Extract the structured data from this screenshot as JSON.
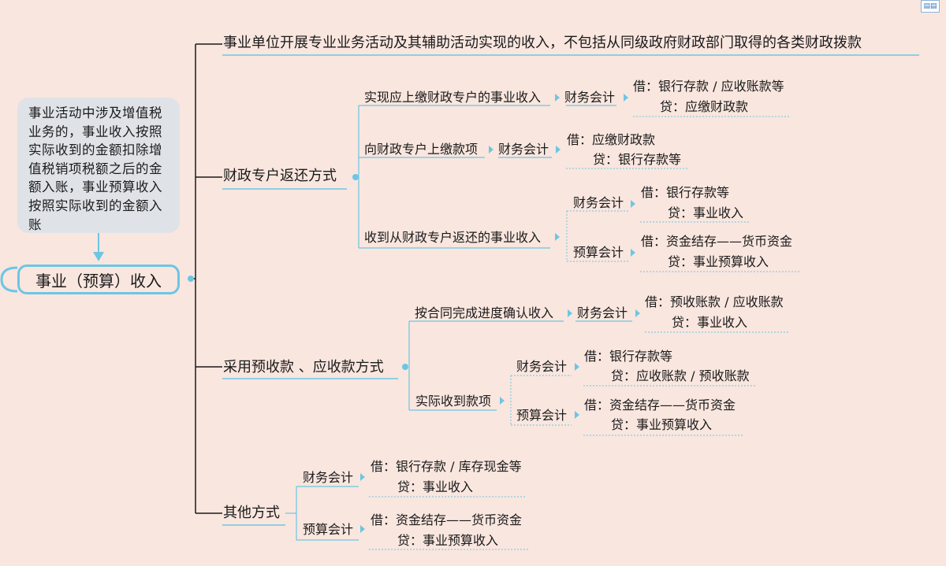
{
  "corner_icon": "document-icon",
  "colors": {
    "background": "#f9e6df",
    "line_blue": "#6cc6e3",
    "line_dark": "#1a1a1a",
    "note_bg": "#dfe3e8"
  },
  "root": "事业（预算）收入",
  "note": "事业活动中涉及增值税业务的，事业收入按照实际收到的金额扣除增值税销项税额之后的金额入账，事业预算收入按照实际收到的金额入账",
  "definition": "事业单位开展专业业务活动及其辅助活动实现的收入，不包括从同级政府财政部门取得的各类财政拨款",
  "branch_fiscal": {
    "label": "财政专户返还方式",
    "sub1": {
      "label": "实现应上缴财政专户的事业收入",
      "acct": "财务会计",
      "debit": "借：银行存款 / 应收账款等",
      "credit": "贷：应缴财政款"
    },
    "sub2": {
      "label": "向财政专户上缴款项",
      "acct": "财务会计",
      "debit": "借：应缴财政款",
      "credit": "贷：银行存款等"
    },
    "sub3": {
      "label": "收到从财政专户返还的事业收入",
      "fin": "财务会计",
      "fin_debit": "借：银行存款等",
      "fin_credit": "贷：事业收入",
      "bud": "预算会计",
      "bud_debit": "借：资金结存——货币资金",
      "bud_credit": "贷：事业预算收入"
    }
  },
  "branch_advance": {
    "label": "采用预收款 、应收款方式",
    "sub1": {
      "label": "按合同完成进度确认收入",
      "acct": "财务会计",
      "debit": "借：预收账款 / 应收账款",
      "credit": "贷：事业收入"
    },
    "sub2": {
      "label": "实际收到款项",
      "fin": "财务会计",
      "fin_debit": "借：银行存款等",
      "fin_credit": "贷：应收账款 / 预收账款",
      "bud": "预算会计",
      "bud_debit": "借：资金结存——货币资金",
      "bud_credit": "贷：事业预算收入"
    }
  },
  "branch_other": {
    "label": "其他方式",
    "fin": "财务会计",
    "fin_debit": "借：银行存款 / 库存现金等",
    "fin_credit": "贷：事业收入",
    "bud": "预算会计",
    "bud_debit": "借：资金结存——货币资金",
    "bud_credit": "贷：事业预算收入"
  }
}
